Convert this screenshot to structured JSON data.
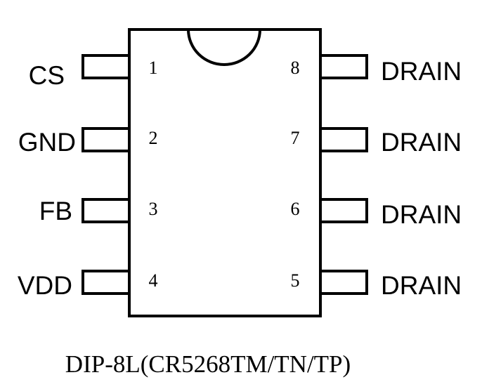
{
  "chip": {
    "left_pins": [
      {
        "number": "1",
        "label": "CS"
      },
      {
        "number": "2",
        "label": "GND"
      },
      {
        "number": "3",
        "label": "FB"
      },
      {
        "number": "4",
        "label": "VDD"
      }
    ],
    "right_pins": [
      {
        "number": "8",
        "label": "DRAIN"
      },
      {
        "number": "7",
        "label": "DRAIN"
      },
      {
        "number": "6",
        "label": "DRAIN"
      },
      {
        "number": "5",
        "label": "DRAIN"
      }
    ]
  },
  "caption": "DIP-8L(CR5268TM/TN/TP)",
  "colors": {
    "line": "#000000",
    "background": "#ffffff"
  }
}
